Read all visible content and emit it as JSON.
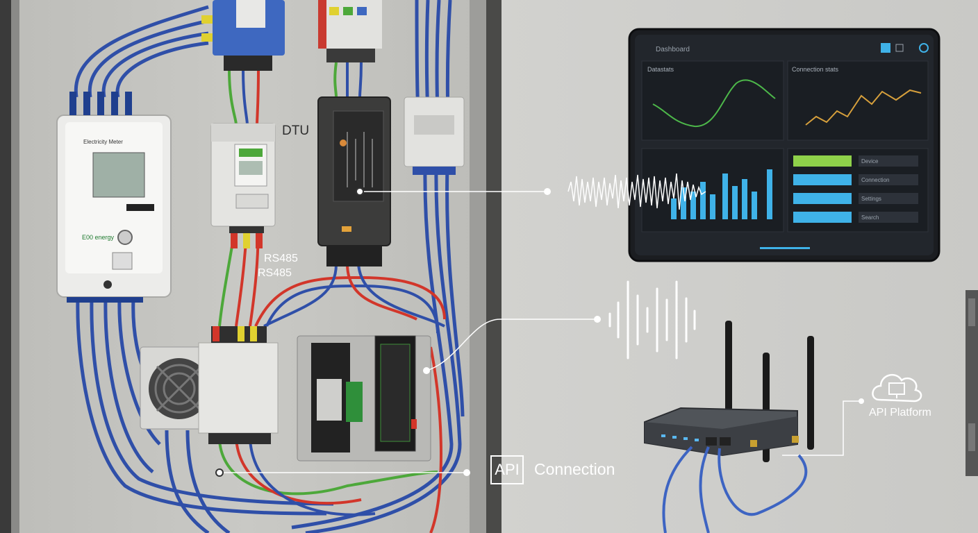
{
  "labels": {
    "dtu": "DTU",
    "rs485_a": "RS485",
    "rs485_b": "RS485",
    "api_box": "API",
    "api_connection": "Connection",
    "api_platform": "API Platform"
  },
  "dashboard": {
    "header_title": "Dashboard",
    "panel1_title": "Datastats",
    "panel2_title": "Connection stats",
    "buttons": [
      "Device",
      "Connection",
      "Settings",
      "Search"
    ]
  },
  "meter": {
    "brand": "Electricity Meter",
    "model": "E00 energy"
  },
  "colors": {
    "accent_green": "#8fd14a",
    "accent_blue": "#3fb2e8",
    "wire_blue": "#2f4fa8",
    "wire_red": "#d2362a",
    "wire_green": "#4da83a"
  }
}
